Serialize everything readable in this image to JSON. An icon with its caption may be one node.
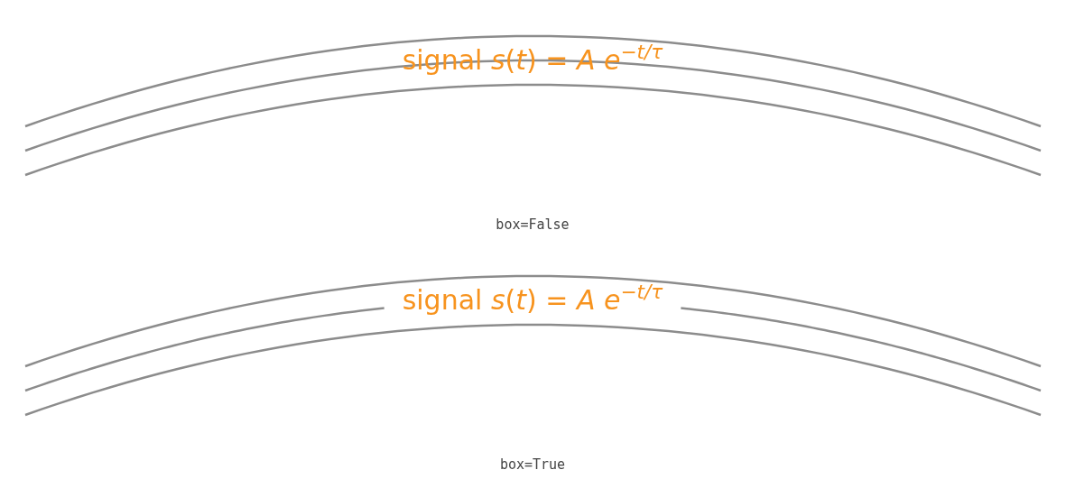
{
  "diagram": {
    "labels": [
      "signal *s*(*t*) = *A* *e*$^{−t/τ}$",
      "box=False",
      "signal *s*(*t*) = *A* *e*$^{−t/τ}$",
      "box=True"
    ]
  }
}
